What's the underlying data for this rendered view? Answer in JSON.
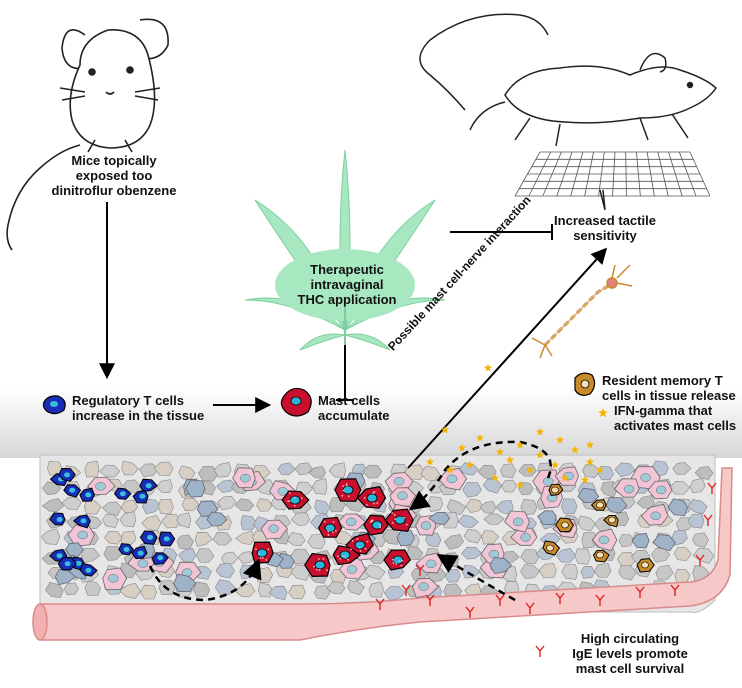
{
  "labels": {
    "mice_exposed": "Mice topically\nexposed too\ndinitroflur obenzene",
    "tactile": "Increased tactile\nsensitivity",
    "thc": "Therapeutic\nintravaginal\nTHC application",
    "tregs": "Regulatory T cells\nincrease in the tissue",
    "mast_cells": "Mast cells\naccumulate",
    "nerve": "Possible mast cell-nerve interaction",
    "resident_t": "Resident memory T\ncells in tissue release",
    "ifn": "IFN-gamma that\nactivates mast cells",
    "ige": "High circulating\nIgE levels promote\nmast cell survival"
  },
  "colors": {
    "leaf": "#a8e8c0",
    "leaf_edge": "#7ccf9f",
    "vessel": "#f7c8c8",
    "vessel_edge": "#d98b8b",
    "treg": "#1a2db8",
    "mast": "#c8102e",
    "granule": "#29b6d8",
    "resident": "#c98a2a",
    "ifn_star": "#f5b400",
    "ige": "#e02020",
    "tissue_top": "#d9d9d9"
  },
  "icons": [
    "mouse-sitting-icon",
    "mouse-on-grid-icon",
    "cannabis-leaf-icon",
    "neuron-icon",
    "ifn-star-icon",
    "ige-antibody-icon"
  ]
}
